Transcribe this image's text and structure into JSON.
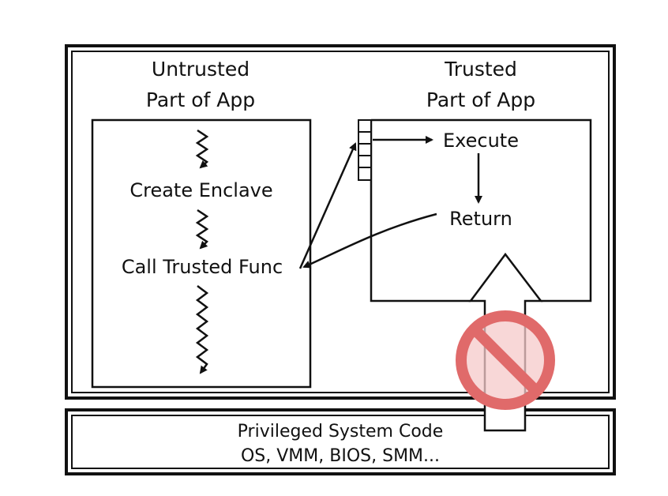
{
  "diagram": {
    "untrusted_title_line1": "Untrusted",
    "untrusted_title_line2": "Part of App",
    "trusted_title_line1": "Trusted",
    "trusted_title_line2": "Part of App",
    "step_create_enclave": "Create Enclave",
    "step_call_trusted_func": "Call Trusted Func",
    "step_execute": "Execute",
    "step_return": "Return",
    "privileged_line1": "Privileged System Code",
    "privileged_line2": "OS, VMM, BIOS, SMM...",
    "colors": {
      "ink": "#111111",
      "prohibited_red": "#e06a6a",
      "prohibited_fill": "#f6c9c9",
      "background": "#ffffff"
    }
  }
}
